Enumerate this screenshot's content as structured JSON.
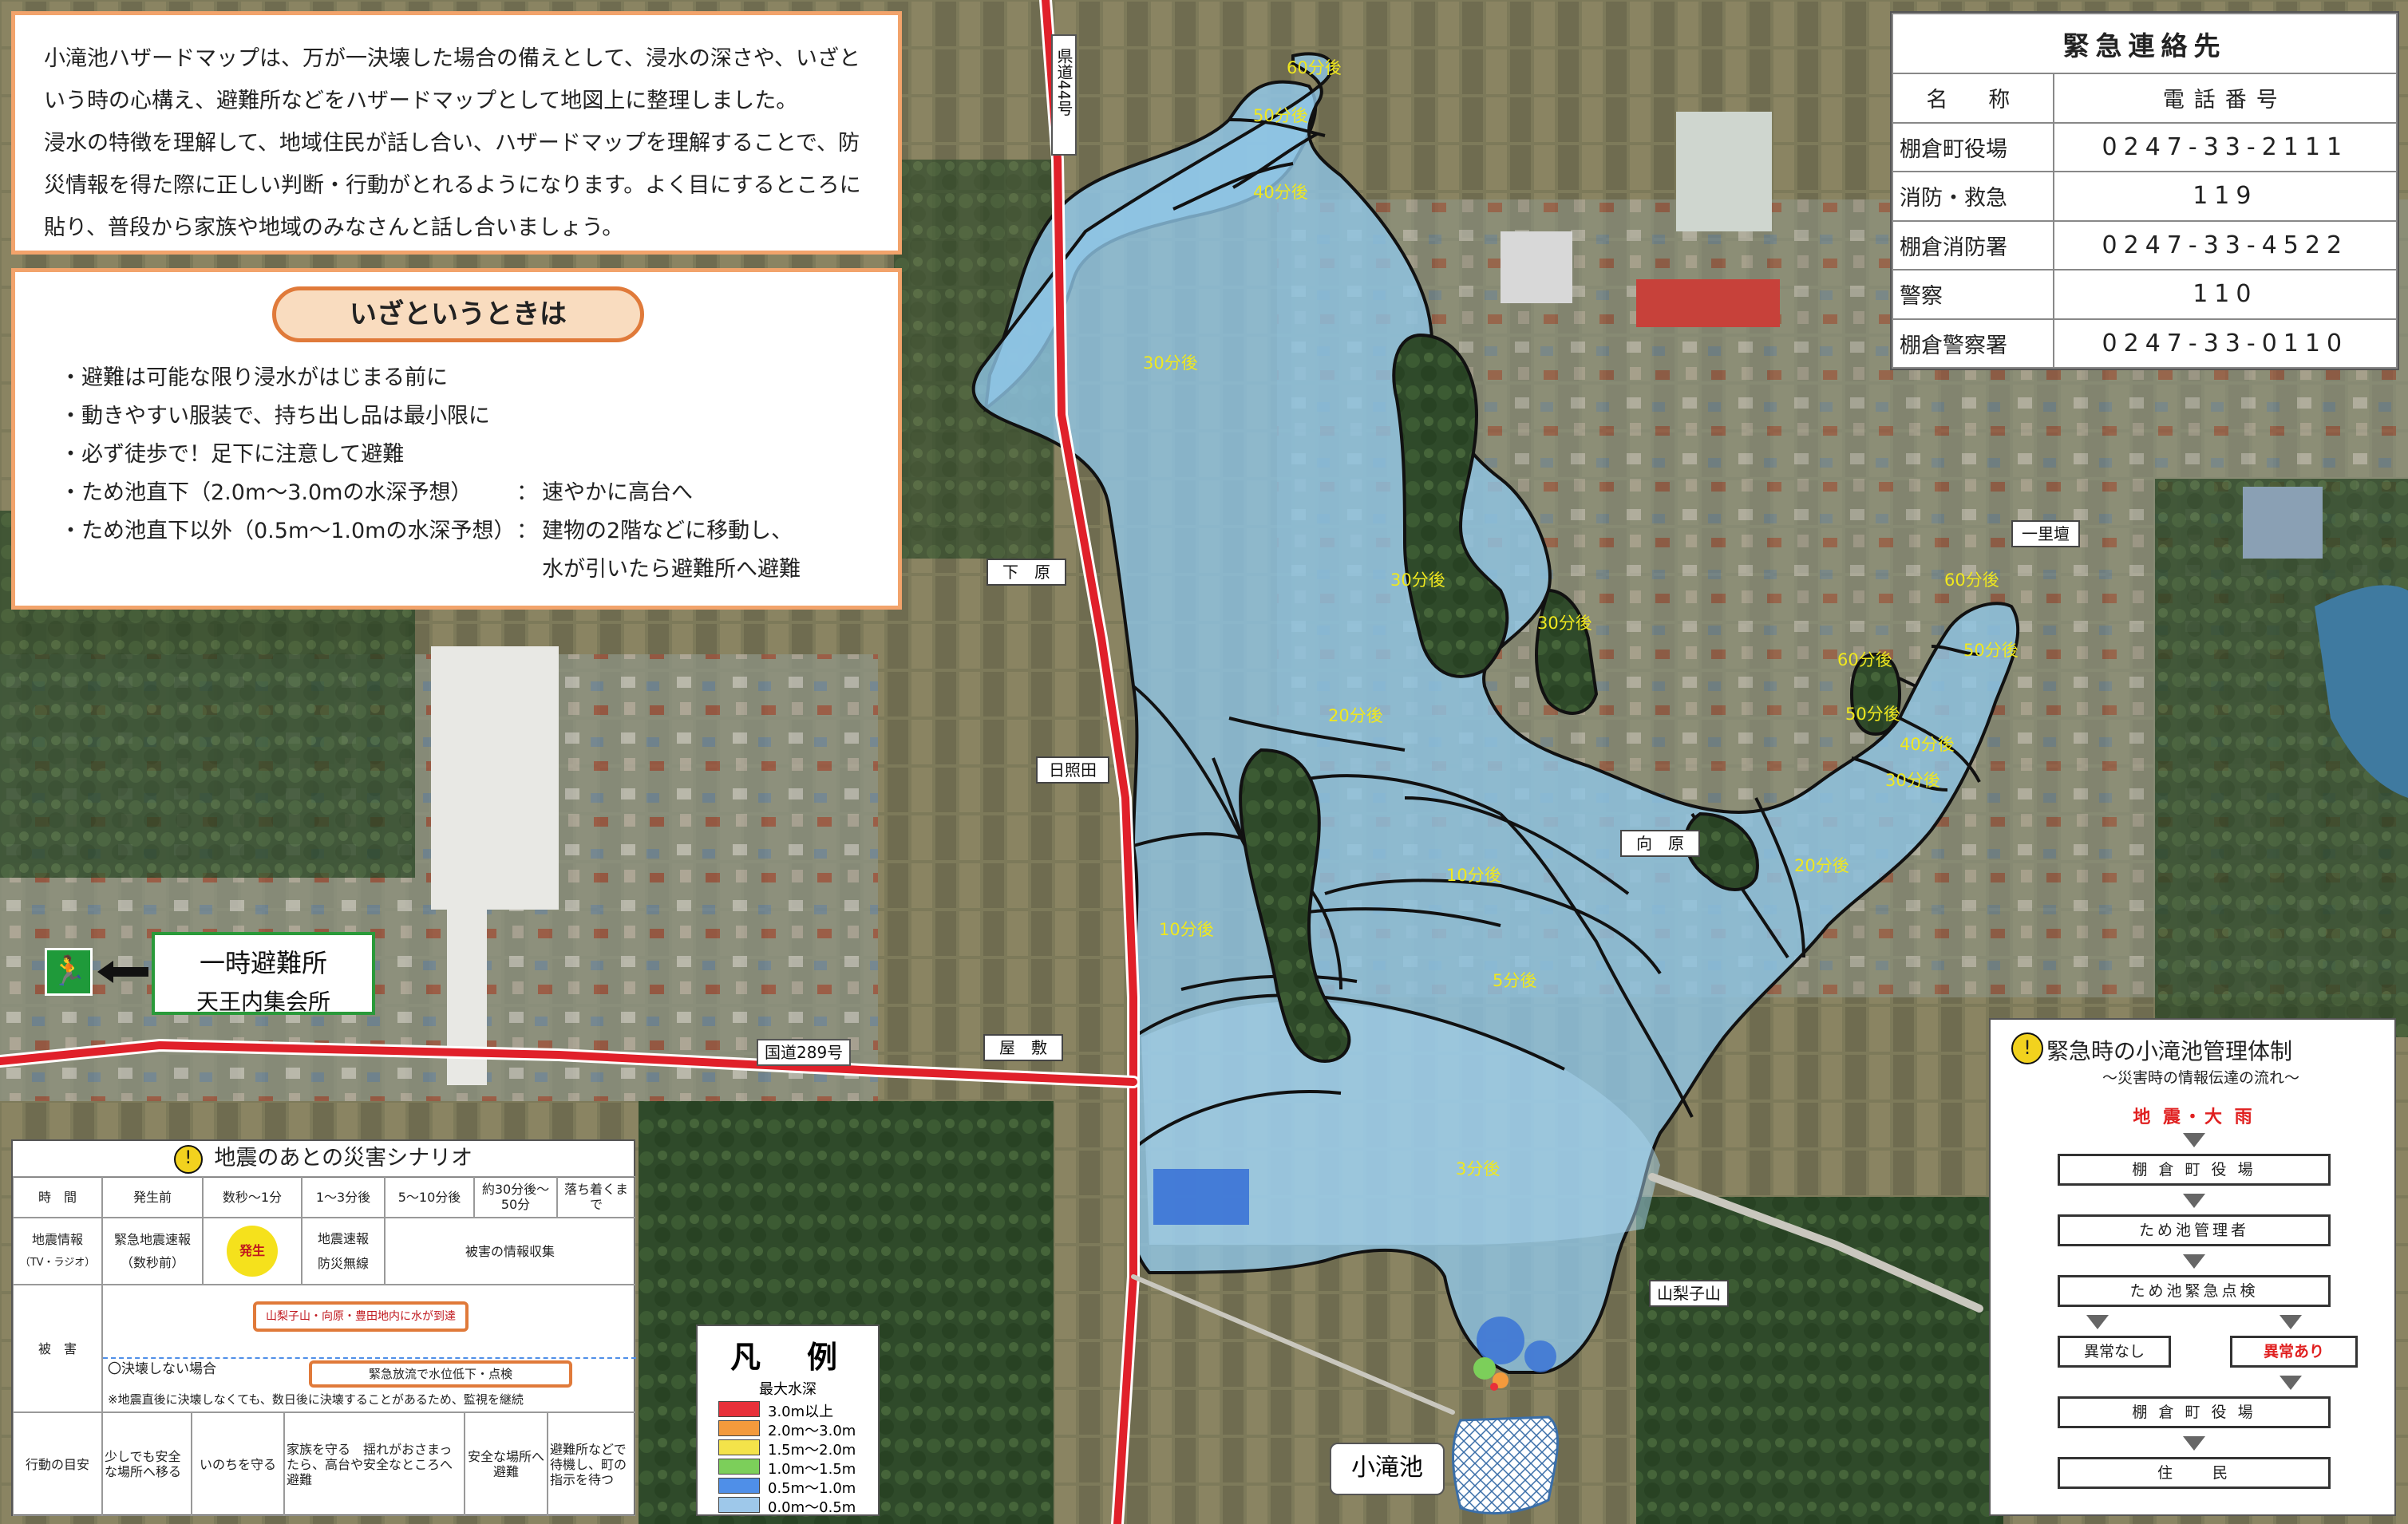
{
  "intro": {
    "lines": [
      "小滝池ハザードマップは、万が一決壊した場合の備えとして、浸水の深さや、いざと",
      "いう時の心構え、避難所などをハザードマップとして地図上に整理しました。",
      "浸水の特徴を理解して、地域住民が話し合い、ハザードマップを理解することで、防",
      "災情報を得た際に正しい判断・行動がとれるようになります。よく目にするところに",
      "貼り、普段から家族や地域のみなさんと話し合いましょう。"
    ]
  },
  "emergency": {
    "title": "いざというときは",
    "items": [
      "・避難は可能な限り浸水がはじまる前に",
      "・動きやすい服装で、持ち出し品は最小限に",
      "・必ず徒歩で！足下に注意して避難",
      "・ため池直下（2.0m～3.0mの水深予想）",
      "・ため池直下以外（0.5m～1.0mの水深予想）"
    ],
    "colon": "：",
    "action_1": "速やかに高台へ",
    "action_2": "建物の2階などに移動し、",
    "action_3": "水が引いたら避難所へ避難"
  },
  "contacts": {
    "title": "緊急連絡先",
    "col_name": "名　称",
    "col_tel": "電話番号",
    "rows": [
      {
        "name": "棚倉町役場",
        "tel": "0247-33-2111"
      },
      {
        "name": "消防・救急",
        "tel": "119"
      },
      {
        "name": "棚倉消防署",
        "tel": "0247-33-4522"
      },
      {
        "name": "警察",
        "tel": "110"
      },
      {
        "name": "棚倉警察署",
        "tel": "0247-33-0110"
      }
    ]
  },
  "shelter": {
    "title": "一時避難所",
    "name": "天王内集会所",
    "icon": "emergency-exit-icon"
  },
  "places": {
    "shimohara": "下　原",
    "hiterida": "日照田",
    "mukaihara": "向　原",
    "yashiki": "屋　敷",
    "ichirizuka": "一里壇",
    "yamanashikoyama": "山梨子山",
    "kotakiike": "小滝池"
  },
  "routes": {
    "kendo": "県道44号",
    "kokudo": "国道289号"
  },
  "time_labels": [
    "60分後",
    "50分後",
    "40分後",
    "30分後",
    "30分後",
    "30分後",
    "20分後",
    "10分後",
    "10分後",
    "5分後",
    "3分後",
    "20分後",
    "30分後",
    "40分後",
    "50分後",
    "60分後",
    "50分後",
    "60分後"
  ],
  "scenario": {
    "title": "地震のあとの災害シナリオ",
    "icon": "warning-icon",
    "header": [
      "時　間",
      "発生前",
      "数秒～1分",
      "1～3分後",
      "5～10分後",
      "約30分後～50分",
      "落ち着くまで"
    ],
    "row_info_label": "地震情報",
    "row_info_sub": "（TV・ラジオ）",
    "quake_alert": "緊急地震速報",
    "quake_alert_sub": "（数秒前）",
    "occur": "発生",
    "quake_report": "地震速報",
    "radio": "防災無線",
    "collect": "被害の情報収集",
    "damage_label": "被　害",
    "flood_note": "山梨子山・向原・豊田地内に水が到達",
    "no_break": "〇決壊しない場合",
    "lowering": "緊急放流で水位低下・点検",
    "monitor_note": "※地震直後に決壊しなくても、数日後に決壊することがあるため、監視を継続",
    "action_label": "行動の目安",
    "act1": "少しでも安全な場所へ移る",
    "act2": "いのちを守る",
    "act3": "家族を守る　揺れがおさまったら、高台や安全なところへ避難",
    "act4": "安全な場所へ避難",
    "act5": "避難所などで待機し、町の指示を待つ"
  },
  "legend": {
    "title": "凡　例",
    "subtitle": "最大水深",
    "items": [
      {
        "label": "3.0m以上",
        "color": "#e8303a"
      },
      {
        "label": "2.0m～3.0m",
        "color": "#f39a3c"
      },
      {
        "label": "1.5m～2.0m",
        "color": "#f4e34a"
      },
      {
        "label": "1.0m～1.5m",
        "color": "#7ccf5a"
      },
      {
        "label": "0.5m～1.0m",
        "color": "#4f8fe8"
      },
      {
        "label": "0.0m～0.5m",
        "color": "#9ec8ea"
      }
    ]
  },
  "management": {
    "title": "緊急時の小滝池管理体制",
    "subtitle": "～災害時の情報伝達の流れ～",
    "icon": "warning-icon",
    "trigger": "地 震・大 雨",
    "step1": "棚 倉 町 役 場",
    "step2": "ため池管理者",
    "step3": "ため池緊急点検",
    "ok": "異常なし",
    "ng": "異常あり",
    "step4": "棚 倉 町 役 場",
    "step5": "住　　民"
  },
  "colors": {
    "flood": "#8fc6e6",
    "road": "#e0202a",
    "accent_orange": "#f2a36b",
    "shelter_green": "#2a9a3a",
    "time_text": "#f0e81e"
  }
}
